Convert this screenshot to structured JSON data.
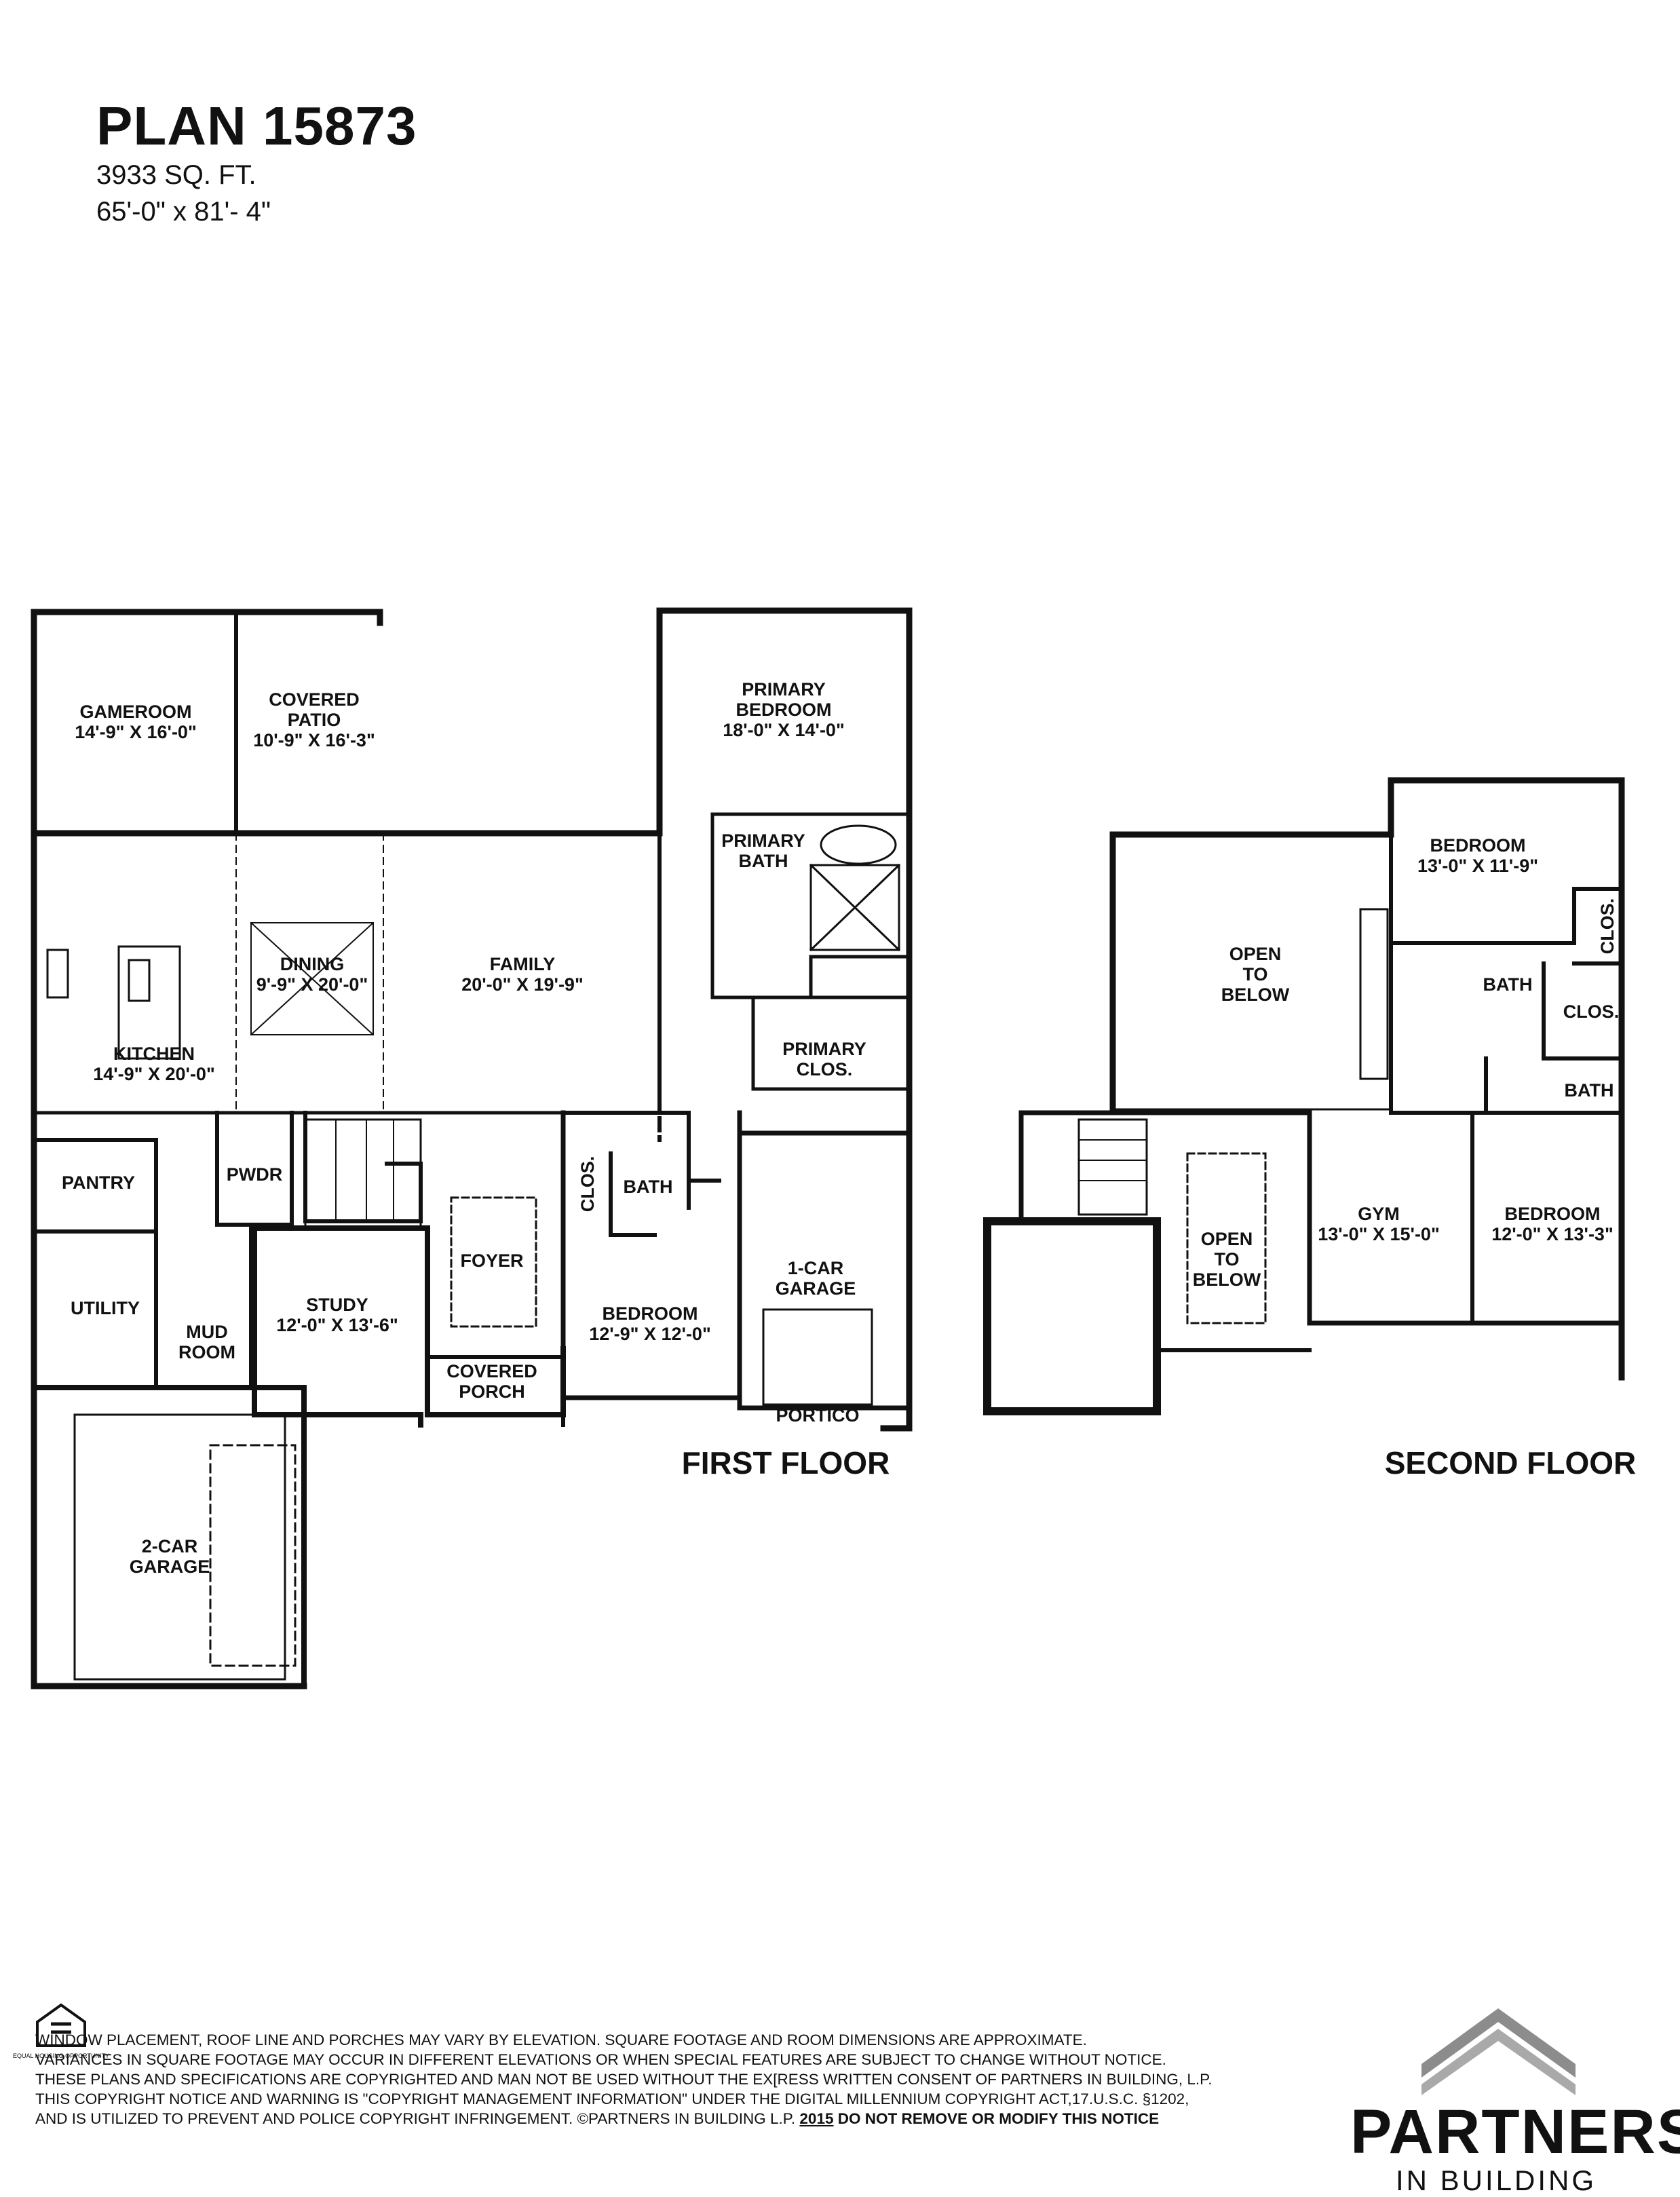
{
  "header": {
    "plan_title": "PLAN 15873",
    "sqft": "3933 SQ. FT.",
    "dimensions": "65'-0\" x 81'- 4\""
  },
  "first_floor": {
    "label": "FIRST FLOOR",
    "rooms": {
      "gameroom": [
        "GAMEROOM",
        "14'-9\" X 16'-0\""
      ],
      "covered_patio": [
        "COVERED",
        "PATIO",
        "10'-9\" X 16'-3\""
      ],
      "primary_bedroom": [
        "PRIMARY",
        "BEDROOM",
        "18'-0\" X 14'-0\""
      ],
      "primary_bath": [
        "PRIMARY",
        "BATH"
      ],
      "dining": [
        "DINING",
        "9'-9\" X 20'-0\""
      ],
      "family": [
        "FAMILY",
        "20'-0\" X 19'-9\""
      ],
      "kitchen": [
        "KITCHEN",
        "14'-9\" X 20'-0\""
      ],
      "primary_clos": [
        "PRIMARY",
        "CLOS."
      ],
      "pantry": [
        "PANTRY"
      ],
      "pwdr": [
        "PWDR"
      ],
      "clos": [
        "CLOS."
      ],
      "bath": [
        "BATH"
      ],
      "foyer": [
        "FOYER"
      ],
      "garage_1car": [
        "1-CAR",
        "GARAGE"
      ],
      "utility": [
        "UTILITY"
      ],
      "mud_room": [
        "MUD",
        "ROOM"
      ],
      "study": [
        "STUDY",
        "12'-0\" X 13'-6\""
      ],
      "bedroom": [
        "BEDROOM",
        "12'-9\" X 12'-0\""
      ],
      "covered_porch": [
        "COVERED",
        "PORCH"
      ],
      "portico": [
        "PORTICO"
      ],
      "garage_2car": [
        "2-CAR",
        "GARAGE"
      ]
    }
  },
  "second_floor": {
    "label": "SECOND FLOOR",
    "rooms": {
      "bedroom_a": [
        "BEDROOM",
        "13'-0\" X 11'-9\""
      ],
      "open_below_a": [
        "OPEN",
        "TO",
        "BELOW"
      ],
      "clos_a": [
        "CLOS."
      ],
      "bath_a": [
        "BATH"
      ],
      "clos_b": [
        "CLOS."
      ],
      "bath_b": [
        "BATH"
      ],
      "open_below_b": [
        "OPEN",
        "TO",
        "BELOW"
      ],
      "gym": [
        "GYM",
        "13'-0\" X 15'-0\""
      ],
      "bedroom_b": [
        "BEDROOM",
        "12'-0\" X 13'-3\""
      ]
    }
  },
  "disclaimer": {
    "lines": [
      "WINDOW PLACEMENT, ROOF LINE AND PORCHES MAY VARY BY ELEVATION.  SQUARE FOOTAGE AND ROOM DIMENSIONS ARE APPROXIMATE.",
      "VARIANCES IN SQUARE FOOTAGE MAY OCCUR IN DIFFERENT ELEVATIONS OR  WHEN SPECIAL FEATURES ARE SUBJECT TO CHANGE WITHOUT NOTICE.",
      "THESE PLANS AND SPECIFICATIONS ARE COPYRIGHTED AND MAN NOT BE USED WITHOUT THE EX[RESS WRITTEN CONSENT OF PARTNERS IN BUILDING, L.P.",
      "THIS COPYRIGHT NOTICE AND WARNING IS \"COPYRIGHT MANAGEMENT INFORMATION\" UNDER THE DIGITAL MILLENNIUM COPYRIGHT ACT,17.U.S.C. §1202,"
    ],
    "last_line_start": "AND IS UTILIZED TO PREVENT AND POLICE COPYRIGHT INFRINGEMENT.  ©PARTNERS IN BUILDING L.P.",
    "year": "2015",
    "do_not_remove": "DO NOT REMOVE OR MODIFY THIS NOTICE"
  },
  "brand": {
    "name": "PARTNERS",
    "tagline": "IN BUILDING",
    "color": "#8c8c8c"
  },
  "equal_housing": {
    "icon": "equal-housing-icon",
    "text": "EQUAL HOUSING OPPORTUNITY"
  }
}
